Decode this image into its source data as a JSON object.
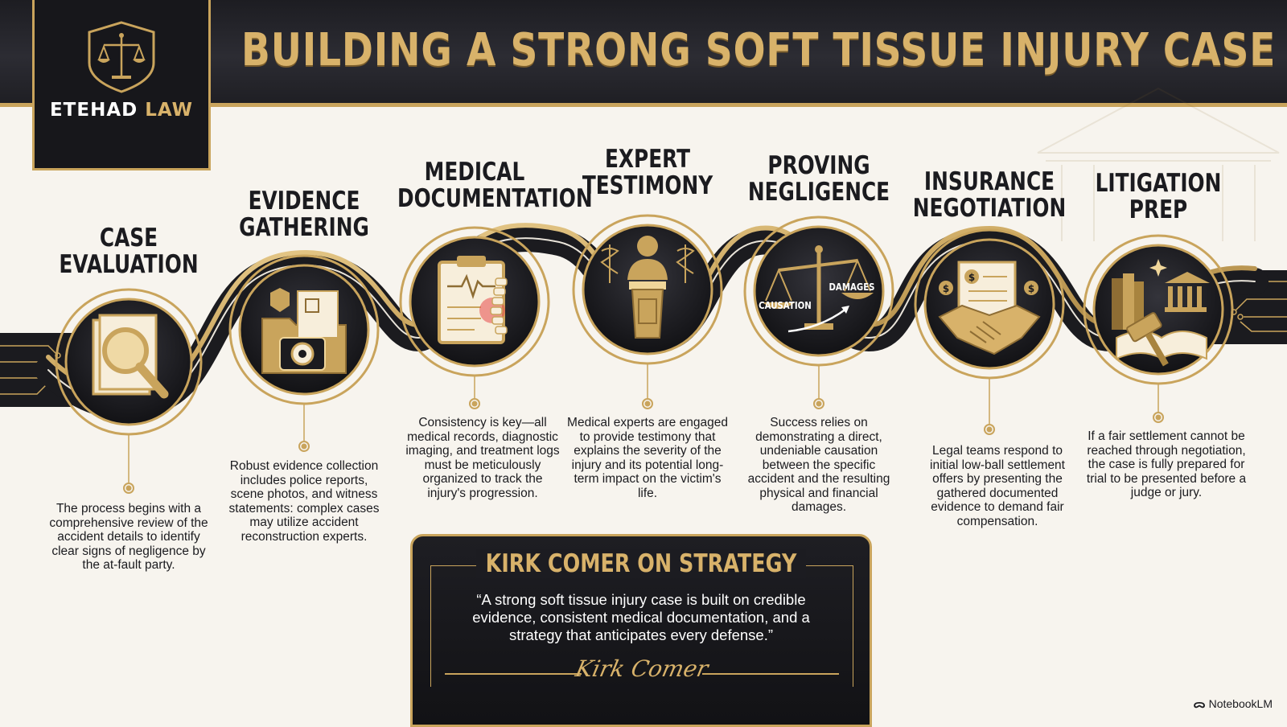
{
  "header": {
    "title": "BUILDING A STRONG SOFT TISSUE INJURY CASE"
  },
  "logo": {
    "name_part1": "ETEHAD",
    "name_part2": "LAW",
    "icon": "scales-of-justice-icon"
  },
  "steps": [
    {
      "title_lines": [
        "CASE",
        "EVALUATION"
      ],
      "icon": "magnifying-glass-document-icon",
      "description": "The process begins with a comprehensive review of the accident details to identify clear signs of negligence by the at-fault party."
    },
    {
      "title_lines": [
        "EVIDENCE",
        "GATHERING"
      ],
      "icon": "evidence-folder-camera-icon",
      "description": "Robust evidence collection includes police reports, scene photos, and witness statements: complex cases may utilize accident reconstruction experts."
    },
    {
      "title_lines": [
        "MEDICAL",
        "DOCUMENTATION"
      ],
      "icon": "medical-clipboard-spine-icon",
      "description": "Consistency is key—all medical records, diagnostic imaging, and treatment logs must be meticulously organized to track the injury's progression."
    },
    {
      "title_lines": [
        "EXPERT",
        "TESTIMONY"
      ],
      "icon": "expert-podium-icon",
      "description": "Medical experts are engaged to provide testimony that explains the severity of the injury and its potential long-term impact on the victim's life."
    },
    {
      "title_lines": [
        "PROVING",
        "NEGLIGENCE"
      ],
      "icon": "causation-damages-scale-icon",
      "scale_labels": {
        "left": "CAUSATION",
        "right": "DAMAGES"
      },
      "description": "Success relies on demonstrating a direct, undeniable causation between the specific accident and the resulting physical and financial damages."
    },
    {
      "title_lines": [
        "INSURANCE",
        "NEGOTIATION"
      ],
      "icon": "handshake-settlement-icon",
      "description": "Legal teams respond to initial low-ball settlement offers by presenting the gathered documented evidence to demand fair compensation."
    },
    {
      "title_lines": [
        "LITIGATION",
        "PREP"
      ],
      "icon": "gavel-courthouse-icon",
      "description": "If a fair settlement cannot be reached through negotiation, the case is fully prepared for trial to be presented before a judge or jury."
    }
  ],
  "quote": {
    "title": "KIRK COMER ON STRATEGY",
    "text": "“A strong soft tissue injury case is built on credible evidence, consistent medical documentation, and a strategy that anticipates every defense.”",
    "signature": "Kirk Comer"
  },
  "watermark": {
    "text": "NotebookLM",
    "icon": "notebooklm-icon"
  },
  "colors": {
    "gold": "#c9a45c",
    "dark": "#1b1b1f",
    "background": "#f7f4ee"
  }
}
